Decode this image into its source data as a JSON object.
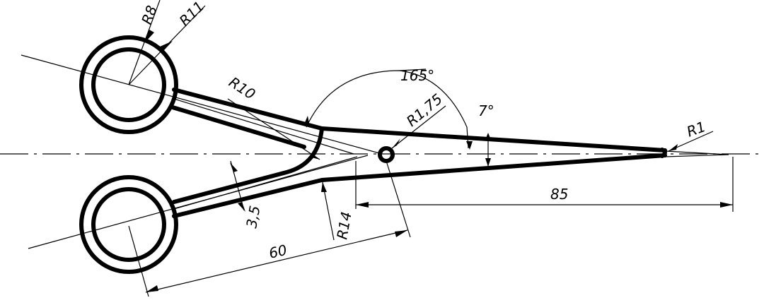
{
  "dimensions": {
    "radius_ring_inner": "R8",
    "radius_ring_outer": "R11",
    "radius_upper_bend": "R10",
    "angle_handles": "165°",
    "radius_pivot": "R1,75",
    "angle_blades": "7°",
    "radius_tip": "R1",
    "width_handle": "3,5",
    "radius_lower_bend": "R14",
    "length_handle": "60",
    "length_blade": "85"
  }
}
